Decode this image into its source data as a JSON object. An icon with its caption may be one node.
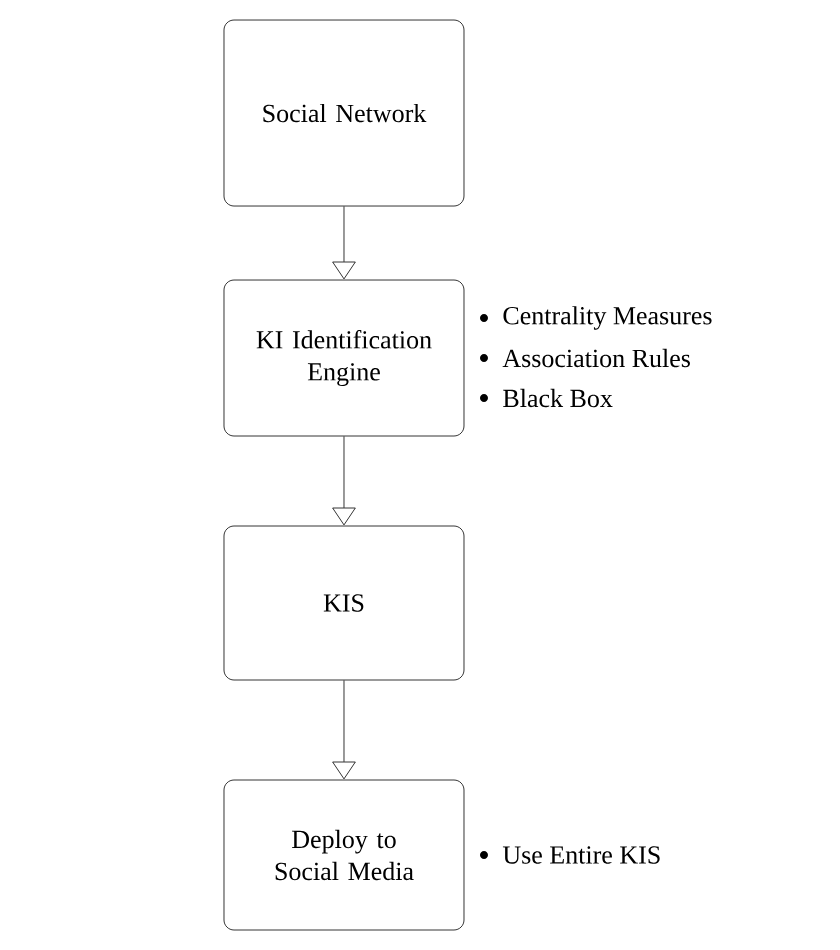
{
  "diagram": {
    "nodes": [
      {
        "text": [
          "Social Network"
        ]
      },
      {
        "text": [
          "KI Identification Engine"
        ],
        "beside": [
          "Centrality Measures",
          "Association Rules",
          "Black Box"
        ]
      },
      {
        "text": [
          "KIS"
        ]
      },
      {
        "text": [
          "Deploy to Social Media"
        ],
        "beside": [
          "Use Entire KIS"
        ]
      }
    ],
    "edges": [
      {
        "from": 0,
        "to": 1,
        "arrow": "to"
      },
      {
        "from": 1,
        "to": 2,
        "arrow": "to"
      },
      {
        "from": 2,
        "to": 3,
        "arrow": "to"
      }
    ]
  }
}
